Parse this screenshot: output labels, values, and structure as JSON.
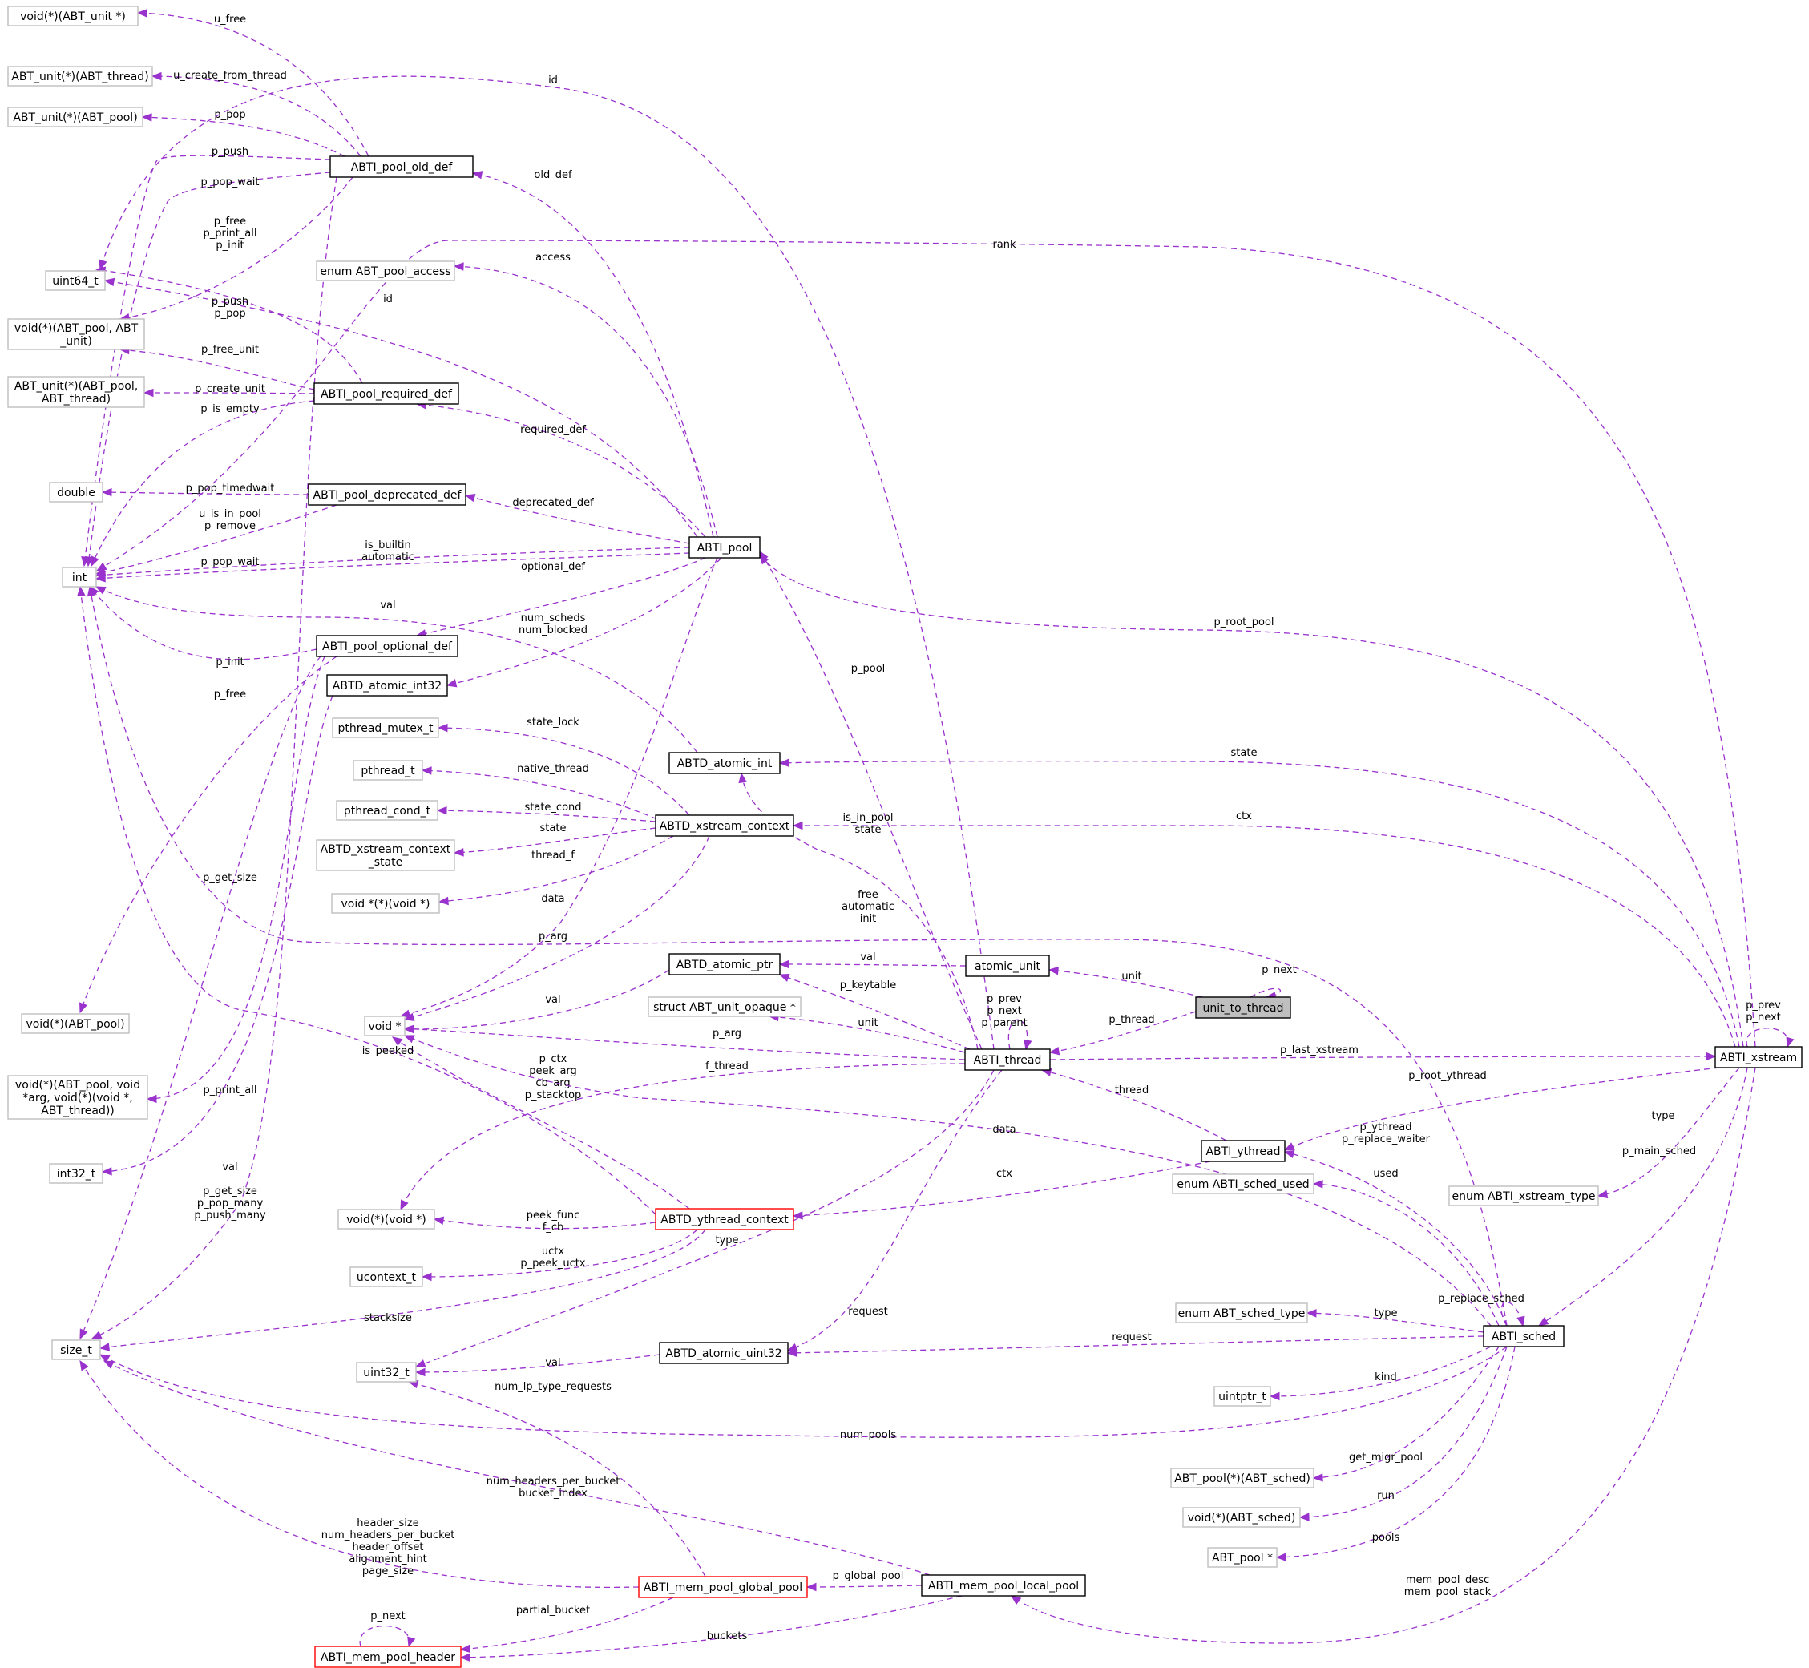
{
  "colors": {
    "edge": "#9a32cd",
    "node_struct_border": "#000000",
    "node_type_border": "#bfbfbf",
    "node_incomplete_border": "#ff0000",
    "node_focus_fill": "#bfbfbf"
  },
  "nodes": [
    {
      "id": "n_vf_unit",
      "text": [
        "void(*)(ABT_unit *)"
      ],
      "kind": "type"
    },
    {
      "id": "n_unit_thread",
      "text": [
        "ABT_unit(*)(ABT_thread)"
      ],
      "kind": "type"
    },
    {
      "id": "n_unit_pool",
      "text": [
        "ABT_unit(*)(ABT_pool)"
      ],
      "kind": "type"
    },
    {
      "id": "n_uint64",
      "text": [
        "uint64_t"
      ],
      "kind": "type"
    },
    {
      "id": "n_vf_pool_unit",
      "text": [
        "void(*)(ABT_pool, ABT",
        "_unit)"
      ],
      "kind": "type"
    },
    {
      "id": "n_unit_pool_thread",
      "text": [
        "ABT_unit(*)(ABT_pool,",
        "ABT_thread)"
      ],
      "kind": "type"
    },
    {
      "id": "n_double",
      "text": [
        "double"
      ],
      "kind": "type"
    },
    {
      "id": "n_int",
      "text": [
        "int"
      ],
      "kind": "type"
    },
    {
      "id": "n_vf_pool",
      "text": [
        "void(*)(ABT_pool)"
      ],
      "kind": "type"
    },
    {
      "id": "n_vf_print",
      "text": [
        "void(*)(ABT_pool, void",
        "*arg, void(*)(void *,",
        "ABT_thread))"
      ],
      "kind": "type"
    },
    {
      "id": "n_int32",
      "text": [
        "int32_t"
      ],
      "kind": "type"
    },
    {
      "id": "n_size",
      "text": [
        "size_t"
      ],
      "kind": "type"
    },
    {
      "id": "n_old_def",
      "text": [
        "ABTI_pool_old_def"
      ],
      "kind": "struct"
    },
    {
      "id": "n_enum_access",
      "text": [
        "enum ABT_pool_access"
      ],
      "kind": "type"
    },
    {
      "id": "n_req_def",
      "text": [
        "ABTI_pool_required_def"
      ],
      "kind": "struct"
    },
    {
      "id": "n_dep_def",
      "text": [
        "ABTI_pool_deprecated_def"
      ],
      "kind": "struct"
    },
    {
      "id": "n_opt_def",
      "text": [
        "ABTI_pool_optional_def"
      ],
      "kind": "struct"
    },
    {
      "id": "n_ai32",
      "text": [
        "ABTD_atomic_int32"
      ],
      "kind": "struct"
    },
    {
      "id": "n_mutex",
      "text": [
        "pthread_mutex_t"
      ],
      "kind": "type"
    },
    {
      "id": "n_pthread",
      "text": [
        "pthread_t"
      ],
      "kind": "type"
    },
    {
      "id": "n_cond",
      "text": [
        "pthread_cond_t"
      ],
      "kind": "type"
    },
    {
      "id": "n_xctx_state",
      "text": [
        "ABTD_xstream_context",
        "_state"
      ],
      "kind": "type"
    },
    {
      "id": "n_vpvp",
      "text": [
        "void *(*)(void *)"
      ],
      "kind": "type"
    },
    {
      "id": "n_voidp",
      "text": [
        "void *"
      ],
      "kind": "type"
    },
    {
      "id": "n_vfvp",
      "text": [
        "void(*)(void *)"
      ],
      "kind": "type"
    },
    {
      "id": "n_uctx",
      "text": [
        "ucontext_t"
      ],
      "kind": "type"
    },
    {
      "id": "n_uint32",
      "text": [
        "uint32_t"
      ],
      "kind": "type"
    },
    {
      "id": "n_pool",
      "text": [
        "ABTI_pool"
      ],
      "kind": "struct"
    },
    {
      "id": "n_aint",
      "text": [
        "ABTD_atomic_int"
      ],
      "kind": "struct"
    },
    {
      "id": "n_xctx",
      "text": [
        "ABTD_xstream_context"
      ],
      "kind": "struct"
    },
    {
      "id": "n_aptr",
      "text": [
        "ABTD_atomic_ptr"
      ],
      "kind": "struct"
    },
    {
      "id": "n_unit_opaque",
      "text": [
        "struct ABT_unit_opaque *"
      ],
      "kind": "type"
    },
    {
      "id": "n_yctx",
      "text": [
        "ABTD_ythread_context"
      ],
      "kind": "incomplete"
    },
    {
      "id": "n_au32",
      "text": [
        "ABTD_atomic_uint32"
      ],
      "kind": "struct"
    },
    {
      "id": "n_gpool",
      "text": [
        "ABTI_mem_pool_global_pool"
      ],
      "kind": "incomplete"
    },
    {
      "id": "n_header",
      "text": [
        "ABTI_mem_pool_header"
      ],
      "kind": "incomplete"
    },
    {
      "id": "n_atomic_unit",
      "text": [
        "atomic_unit"
      ],
      "kind": "struct"
    },
    {
      "id": "n_u2t",
      "text": [
        "unit_to_thread"
      ],
      "kind": "focus"
    },
    {
      "id": "n_thread",
      "text": [
        "ABTI_thread"
      ],
      "kind": "struct"
    },
    {
      "id": "n_ythread",
      "text": [
        "ABTI_ythread"
      ],
      "kind": "struct"
    },
    {
      "id": "n_lpool",
      "text": [
        "ABTI_mem_pool_local_pool"
      ],
      "kind": "struct"
    },
    {
      "id": "n_enum_used",
      "text": [
        "enum ABTI_sched_used"
      ],
      "kind": "type"
    },
    {
      "id": "n_enum_stype",
      "text": [
        "enum ABT_sched_type"
      ],
      "kind": "type"
    },
    {
      "id": "n_uintptr",
      "text": [
        "uintptr_t"
      ],
      "kind": "type"
    },
    {
      "id": "n_migr",
      "text": [
        "ABT_pool(*)(ABT_sched)"
      ],
      "kind": "type"
    },
    {
      "id": "n_vf_sched",
      "text": [
        "void(*)(ABT_sched)"
      ],
      "kind": "type"
    },
    {
      "id": "n_poolp",
      "text": [
        "ABT_pool *"
      ],
      "kind": "type"
    },
    {
      "id": "n_sched",
      "text": [
        "ABTI_sched"
      ],
      "kind": "struct"
    },
    {
      "id": "n_xstream",
      "text": [
        "ABTI_xstream"
      ],
      "kind": "struct"
    },
    {
      "id": "n_enum_xtype",
      "text": [
        "enum ABTI_xstream_type"
      ],
      "kind": "type"
    }
  ],
  "edges": [
    {
      "id": "e_old_vfunit",
      "label": [
        "u_free"
      ]
    },
    {
      "id": "e_old_unitthr",
      "label": [
        "u_create_from_thread"
      ]
    },
    {
      "id": "e_old_unitpool",
      "label": [
        "p_pop"
      ]
    },
    {
      "id": "e_old_int_push",
      "label": [
        "p_push"
      ]
    },
    {
      "id": "e_old_int_wait",
      "label": [
        "p_pop_wait"
      ]
    },
    {
      "id": "e_old_vfpu",
      "label": [
        "p_free",
        "p_print_all",
        "p_init"
      ]
    },
    {
      "id": "e_thread_uint64",
      "label": [
        "id"
      ]
    },
    {
      "id": "e_pool_old",
      "label": [
        "old_def"
      ]
    },
    {
      "id": "e_pool_access",
      "label": [
        "access"
      ]
    },
    {
      "id": "e_xs_int_rank",
      "label": [
        "rank"
      ]
    },
    {
      "id": "e_pool_uint64",
      "label": [
        "id"
      ]
    },
    {
      "id": "e_req_vfpu",
      "label": [
        "p_push",
        "p_pop"
      ]
    },
    {
      "id": "e_req_freeunit",
      "label": [
        "p_free_unit"
      ]
    },
    {
      "id": "e_req_create",
      "label": [
        "p_create_unit"
      ]
    },
    {
      "id": "e_req_empty",
      "label": [
        "p_is_empty"
      ]
    },
    {
      "id": "e_pool_req",
      "label": [
        "required_def"
      ]
    },
    {
      "id": "e_dep_double",
      "label": [
        "p_pop_timedwait"
      ]
    },
    {
      "id": "e_dep_int",
      "label": [
        "u_is_in_pool",
        "p_remove"
      ]
    },
    {
      "id": "e_pool_dep",
      "label": [
        "deprecated_def"
      ]
    },
    {
      "id": "e_pool_int",
      "label": [
        "is_builtin",
        "automatic"
      ]
    },
    {
      "id": "e_pool_int_wait",
      "label": [
        "p_pop_wait"
      ]
    },
    {
      "id": "e_pool_opt",
      "label": [
        "optional_def"
      ]
    },
    {
      "id": "e_aint_int",
      "label": [
        "val"
      ]
    },
    {
      "id": "e_pool_ai32",
      "label": [
        "num_scheds",
        "num_blocked"
      ]
    },
    {
      "id": "e_opt_int",
      "label": [
        "p_init"
      ]
    },
    {
      "id": "e_opt_vfpool",
      "label": [
        "p_free"
      ]
    },
    {
      "id": "e_xctx_mutex",
      "label": [
        "state_lock"
      ]
    },
    {
      "id": "e_xctx_pthread",
      "label": [
        "native_thread"
      ]
    },
    {
      "id": "e_xctx_cond",
      "label": [
        "state_cond"
      ]
    },
    {
      "id": "e_xctx_state",
      "label": [
        "state"
      ]
    },
    {
      "id": "e_xctx_vpvp",
      "label": [
        "thread_f"
      ]
    },
    {
      "id": "e_xctx_voidp",
      "label": [
        "p_arg"
      ]
    },
    {
      "id": "e_pool_voidp",
      "label": [
        "data"
      ]
    },
    {
      "id": "e_opt_size",
      "label": [
        "p_get_size"
      ]
    },
    {
      "id": "e_opt_vfprint",
      "label": [
        "p_print_all"
      ]
    },
    {
      "id": "e_ai32_int32",
      "label": [
        "val"
      ]
    },
    {
      "id": "e_old_size",
      "label": [
        "p_get_size",
        "p_pop_many",
        "p_push_many"
      ]
    },
    {
      "id": "e_thread_pool",
      "label": [
        "p_pool"
      ]
    },
    {
      "id": "e_xs_pool",
      "label": [
        "p_root_pool"
      ]
    },
    {
      "id": "e_xs_aint",
      "label": [
        "state"
      ]
    },
    {
      "id": "e_thread_aint",
      "label": [
        "is_in_pool",
        "state"
      ]
    },
    {
      "id": "e_xs_xctx",
      "label": [
        "ctx"
      ]
    },
    {
      "id": "e_sched_int",
      "label": [
        "free",
        "automatic",
        "init"
      ]
    },
    {
      "id": "e_au_aptr",
      "label": [
        "val"
      ]
    },
    {
      "id": "e_aptr_voidp",
      "label": [
        "val"
      ]
    },
    {
      "id": "e_thread_aptr",
      "label": [
        "p_keytable"
      ]
    },
    {
      "id": "e_thread_opaque",
      "label": [
        "unit"
      ]
    },
    {
      "id": "e_thread_voidp",
      "label": [
        "p_arg"
      ]
    },
    {
      "id": "e_thread_vfvp",
      "label": [
        "f_thread"
      ]
    },
    {
      "id": "e_u2t_au",
      "label": [
        "unit"
      ]
    },
    {
      "id": "e_u2t_self",
      "label": [
        "p_next"
      ]
    },
    {
      "id": "e_u2t_thread",
      "label": [
        "p_thread"
      ]
    },
    {
      "id": "e_thread_self",
      "label": [
        "p_prev",
        "p_next",
        "p_parent"
      ]
    },
    {
      "id": "e_thread_xs",
      "label": [
        "p_last_xstream"
      ]
    },
    {
      "id": "e_xs_self",
      "label": [
        "p_prev",
        "p_next"
      ]
    },
    {
      "id": "e_ythread_thread",
      "label": [
        "thread"
      ]
    },
    {
      "id": "e_xs_ythread",
      "label": [
        "p_root_ythread"
      ]
    },
    {
      "id": "e_yctx_voidp",
      "label": [
        "p_ctx",
        "peek_arg",
        "cb_arg",
        "p_stacktop"
      ]
    },
    {
      "id": "e_yctx_int",
      "label": [
        "is_peeked"
      ]
    },
    {
      "id": "e_ythread_yctx",
      "label": [
        "ctx"
      ]
    },
    {
      "id": "e_sched_voidp",
      "label": [
        "data"
      ]
    },
    {
      "id": "e_sched_ythread",
      "label": [
        "p_ythread",
        "p_replace_waiter"
      ]
    },
    {
      "id": "e_xs_xtype",
      "label": [
        "type"
      ]
    },
    {
      "id": "e_xs_sched",
      "label": [
        "p_main_sched"
      ]
    },
    {
      "id": "e_sched_used",
      "label": [
        "used"
      ]
    },
    {
      "id": "e_yctx_vfvp",
      "label": [
        "peek_func",
        "f_cb"
      ]
    },
    {
      "id": "e_yctx_uctx",
      "label": [
        "uctx",
        "p_peek_uctx"
      ]
    },
    {
      "id": "e_thread_uint32",
      "label": [
        "type"
      ]
    },
    {
      "id": "e_yctx_size",
      "label": [
        "stacksize"
      ]
    },
    {
      "id": "e_sched_self",
      "label": [
        "p_replace_sched"
      ]
    },
    {
      "id": "e_sched_stype",
      "label": [
        "type"
      ]
    },
    {
      "id": "e_thread_au32",
      "label": [
        "request"
      ]
    },
    {
      "id": "e_sched_au32",
      "label": [
        "request"
      ]
    },
    {
      "id": "e_au32_uint32",
      "label": [
        "val"
      ]
    },
    {
      "id": "e_gpool_uint32",
      "label": [
        "num_lp_type_requests"
      ]
    },
    {
      "id": "e_sched_uintptr",
      "label": [
        "kind"
      ]
    },
    {
      "id": "e_sched_size",
      "label": [
        "num_pools"
      ]
    },
    {
      "id": "e_sched_migr",
      "label": [
        "get_migr_pool"
      ]
    },
    {
      "id": "e_sched_vfsched",
      "label": [
        "run"
      ]
    },
    {
      "id": "e_sched_poolp",
      "label": [
        "pools"
      ]
    },
    {
      "id": "e_lpool_size",
      "label": [
        "num_headers_per_bucket",
        "bucket_index"
      ]
    },
    {
      "id": "e_gpool_size",
      "label": [
        "header_size",
        "num_headers_per_bucket",
        "header_offset",
        "alignment_hint",
        "page_size"
      ]
    },
    {
      "id": "e_xs_lpool",
      "label": [
        "mem_pool_desc",
        "mem_pool_stack"
      ]
    },
    {
      "id": "e_lpool_gpool",
      "label": [
        "p_global_pool"
      ]
    },
    {
      "id": "e_gpool_header",
      "label": [
        "partial_bucket"
      ]
    },
    {
      "id": "e_lpool_header",
      "label": [
        "buckets"
      ]
    },
    {
      "id": "e_header_self",
      "label": [
        "p_next"
      ]
    }
  ]
}
